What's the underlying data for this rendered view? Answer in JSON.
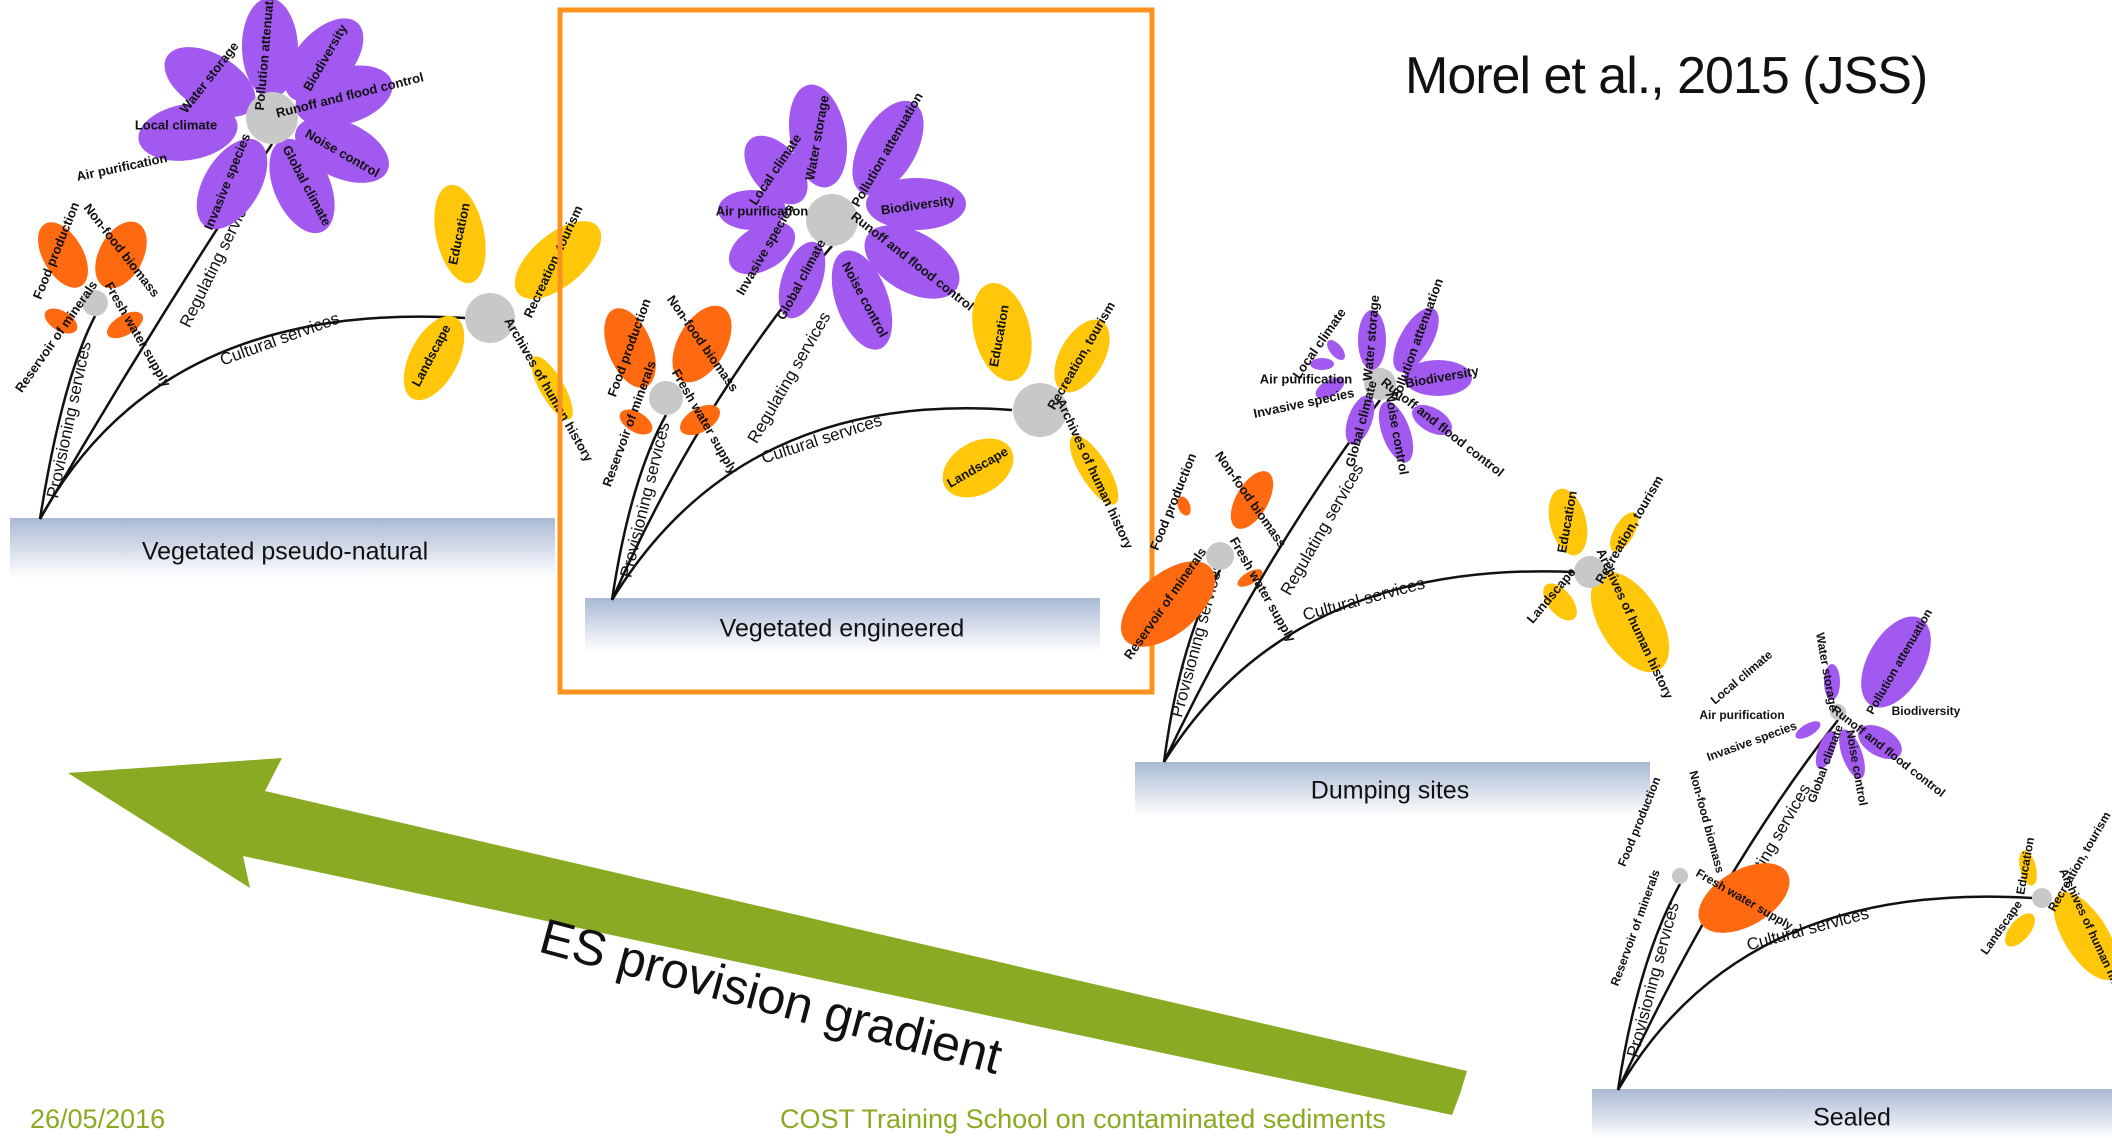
{
  "citation": "Morel et al., 2015 (JSS)",
  "footer": {
    "date": "26/05/2016",
    "event": "COST Training School on contaminated sediments"
  },
  "gradient_label": "ES provision gradient",
  "colors": {
    "provisioning": "#ff6a10",
    "regulating": "#a259f0",
    "cultural": "#ffc60a",
    "center": "#c8c8c8",
    "arrow": "#89aa22",
    "highlight": "#f7931e",
    "ground_top": "#a9b9d4"
  },
  "soils": [
    {
      "name": "Vegetated pseudo-natural",
      "branches": {
        "provisioning": "Provisioning services",
        "regulating": "Regulating services",
        "cultural": "Cultural services"
      },
      "provisioning": [
        "Food production",
        "Non-food biomass",
        "Fresh water supply",
        "Reservoir of minerals"
      ],
      "regulating": [
        "Water storage",
        "Pollution attenuation",
        "Biodiversity",
        "Runoff and flood control",
        "Noise control",
        "Global climate",
        "Invasive species",
        "Air purification",
        "Local climate"
      ],
      "cultural": [
        "Education",
        "Recreation, tourism",
        "Archives of human history",
        "Landscape"
      ]
    },
    {
      "name": "Vegetated engineered",
      "highlighted": true,
      "branches": {
        "provisioning": "Provisioning services",
        "regulating": "Regulating services",
        "cultural": "Cultural services"
      },
      "provisioning": [
        "Food production",
        "Non-food biomass",
        "Fresh water supply",
        "Reservoir of minerals"
      ],
      "regulating": [
        "Water storage",
        "Pollution attenuation",
        "Biodiversity",
        "Runoff and flood control",
        "Noise control",
        "Global climate",
        "Invasive species",
        "Air purification",
        "Local climate"
      ],
      "cultural": [
        "Education",
        "Recreation, tourism",
        "Archives of human history",
        "Landscape"
      ]
    },
    {
      "name": "Dumping sites",
      "branches": {
        "provisioning": "Provisioning services",
        "regulating": "Regulating services",
        "cultural": "Cultural services"
      },
      "provisioning": [
        "Food production",
        "Non-food biomass",
        "Fresh water supply",
        "Reservoir of minerals"
      ],
      "regulating": [
        "Water storage",
        "Pollution attenuation",
        "Biodiversity",
        "Runoff and flood control",
        "Noise control",
        "Global climate",
        "Invasive species",
        "Air purification",
        "Local climate"
      ],
      "cultural": [
        "Education",
        "Recreation, tourism",
        "Archives of human history",
        "Landscape"
      ]
    },
    {
      "name": "Sealed",
      "branches": {
        "provisioning": "Provisioning services",
        "regulating": "Regulating services",
        "cultural": "Cultural services"
      },
      "provisioning": [
        "Food production",
        "Non-food biomass",
        "Fresh water supply",
        "Reservoir of minerals"
      ],
      "regulating": [
        "Water storage",
        "Pollution attenuation",
        "Biodiversity",
        "Runoff and flood control",
        "Noise control",
        "Global climate",
        "Invasive species",
        "Air purification",
        "Local climate"
      ],
      "cultural": [
        "Education",
        "Recreation, tourism",
        "Archives of human history",
        "Landscape"
      ]
    }
  ]
}
